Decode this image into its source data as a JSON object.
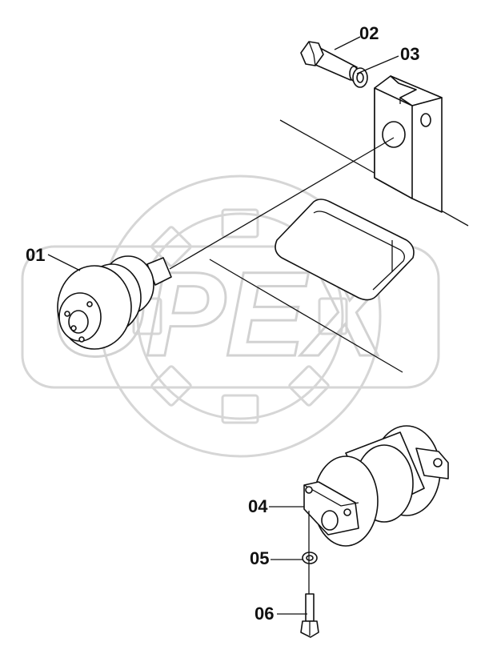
{
  "watermark": {
    "text": "OPEX",
    "color": "#d2d2d2"
  },
  "callouts": [
    {
      "id": "01",
      "text": "01"
    },
    {
      "id": "02",
      "text": "02"
    },
    {
      "id": "03",
      "text": "03"
    },
    {
      "id": "04",
      "text": "04"
    },
    {
      "id": "05",
      "text": "05"
    },
    {
      "id": "06",
      "text": "06"
    }
  ],
  "colors": {
    "line": "#111111",
    "background": "#ffffff"
  }
}
